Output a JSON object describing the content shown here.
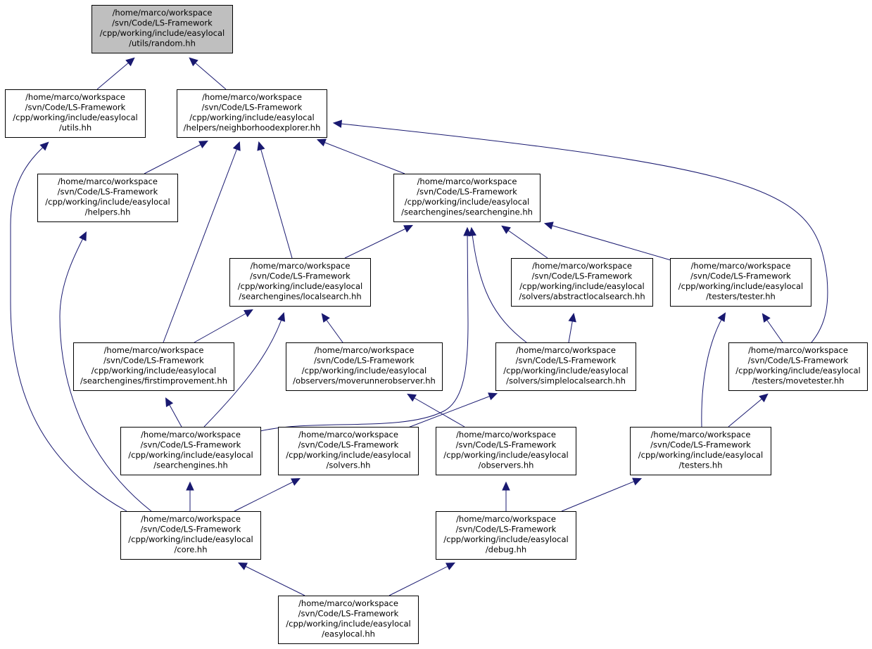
{
  "graph": {
    "edge_color": "#191970",
    "root_fill": "#bfbfbf",
    "nodes": [
      {
        "id": "random",
        "lines": [
          "/home/marco/workspace",
          "/svn/Code/LS-Framework",
          "/cpp/working/include/easylocal",
          "/utils/random.hh"
        ],
        "highlighted": true
      },
      {
        "id": "utils",
        "lines": [
          "/home/marco/workspace",
          "/svn/Code/LS-Framework",
          "/cpp/working/include/easylocal",
          "/utils.hh"
        ]
      },
      {
        "id": "neighborhoodexplorer",
        "lines": [
          "/home/marco/workspace",
          "/svn/Code/LS-Framework",
          "/cpp/working/include/easylocal",
          "/helpers/neighborhoodexplorer.hh"
        ]
      },
      {
        "id": "helpers",
        "lines": [
          "/home/marco/workspace",
          "/svn/Code/LS-Framework",
          "/cpp/working/include/easylocal",
          "/helpers.hh"
        ]
      },
      {
        "id": "searchengine",
        "lines": [
          "/home/marco/workspace",
          "/svn/Code/LS-Framework",
          "/cpp/working/include/easylocal",
          "/searchengines/searchengine.hh"
        ]
      },
      {
        "id": "localsearch",
        "lines": [
          "/home/marco/workspace",
          "/svn/Code/LS-Framework",
          "/cpp/working/include/easylocal",
          "/searchengines/localsearch.hh"
        ]
      },
      {
        "id": "abstractlocalsearch",
        "lines": [
          "/home/marco/workspace",
          "/svn/Code/LS-Framework",
          "/cpp/working/include/easylocal",
          "/solvers/abstractlocalsearch.hh"
        ]
      },
      {
        "id": "tester",
        "lines": [
          "/home/marco/workspace",
          "/svn/Code/LS-Framework",
          "/cpp/working/include/easylocal",
          "/testers/tester.hh"
        ]
      },
      {
        "id": "firstimprovement",
        "lines": [
          "/home/marco/workspace",
          "/svn/Code/LS-Framework",
          "/cpp/working/include/easylocal",
          "/searchengines/firstimprovement.hh"
        ]
      },
      {
        "id": "moverunnerobserver",
        "lines": [
          "/home/marco/workspace",
          "/svn/Code/LS-Framework",
          "/cpp/working/include/easylocal",
          "/observers/moverunnerobserver.hh"
        ]
      },
      {
        "id": "simplelocalsearch",
        "lines": [
          "/home/marco/workspace",
          "/svn/Code/LS-Framework",
          "/cpp/working/include/easylocal",
          "/solvers/simplelocalsearch.hh"
        ]
      },
      {
        "id": "movetester",
        "lines": [
          "/home/marco/workspace",
          "/svn/Code/LS-Framework",
          "/cpp/working/include/easylocal",
          "/testers/movetester.hh"
        ]
      },
      {
        "id": "searchengines",
        "lines": [
          "/home/marco/workspace",
          "/svn/Code/LS-Framework",
          "/cpp/working/include/easylocal",
          "/searchengines.hh"
        ]
      },
      {
        "id": "solvers",
        "lines": [
          "/home/marco/workspace",
          "/svn/Code/LS-Framework",
          "/cpp/working/include/easylocal",
          "/solvers.hh"
        ]
      },
      {
        "id": "observers",
        "lines": [
          "/home/marco/workspace",
          "/svn/Code/LS-Framework",
          "/cpp/working/include/easylocal",
          "/observers.hh"
        ]
      },
      {
        "id": "testers",
        "lines": [
          "/home/marco/workspace",
          "/svn/Code/LS-Framework",
          "/cpp/working/include/easylocal",
          "/testers.hh"
        ]
      },
      {
        "id": "core",
        "lines": [
          "/home/marco/workspace",
          "/svn/Code/LS-Framework",
          "/cpp/working/include/easylocal",
          "/core.hh"
        ]
      },
      {
        "id": "debug",
        "lines": [
          "/home/marco/workspace",
          "/svn/Code/LS-Framework",
          "/cpp/working/include/easylocal",
          "/debug.hh"
        ]
      },
      {
        "id": "easylocal",
        "lines": [
          "/home/marco/workspace",
          "/svn/Code/LS-Framework",
          "/cpp/working/include/easylocal",
          "/easylocal.hh"
        ]
      }
    ],
    "edges": [
      {
        "from": "utils",
        "to": "random"
      },
      {
        "from": "neighborhoodexplorer",
        "to": "random"
      },
      {
        "from": "core",
        "to": "utils"
      },
      {
        "from": "helpers",
        "to": "neighborhoodexplorer"
      },
      {
        "from": "localsearch",
        "to": "neighborhoodexplorer"
      },
      {
        "from": "firstimprovement",
        "to": "neighborhoodexplorer"
      },
      {
        "from": "searchengine",
        "to": "neighborhoodexplorer"
      },
      {
        "from": "movetester",
        "to": "neighborhoodexplorer"
      },
      {
        "from": "core",
        "to": "helpers"
      },
      {
        "from": "localsearch",
        "to": "searchengine"
      },
      {
        "from": "searchengines",
        "to": "searchengine"
      },
      {
        "from": "simplelocalsearch",
        "to": "searchengine"
      },
      {
        "from": "abstractlocalsearch",
        "to": "searchengine"
      },
      {
        "from": "tester",
        "to": "searchengine"
      },
      {
        "from": "firstimprovement",
        "to": "localsearch"
      },
      {
        "from": "searchengines",
        "to": "localsearch"
      },
      {
        "from": "moverunnerobserver",
        "to": "localsearch"
      },
      {
        "from": "simplelocalsearch",
        "to": "abstractlocalsearch"
      },
      {
        "from": "movetester",
        "to": "tester"
      },
      {
        "from": "testers",
        "to": "tester"
      },
      {
        "from": "searchengines",
        "to": "firstimprovement"
      },
      {
        "from": "observers",
        "to": "moverunnerobserver"
      },
      {
        "from": "solvers",
        "to": "simplelocalsearch"
      },
      {
        "from": "testers",
        "to": "movetester"
      },
      {
        "from": "core",
        "to": "searchengines"
      },
      {
        "from": "core",
        "to": "solvers"
      },
      {
        "from": "debug",
        "to": "observers"
      },
      {
        "from": "debug",
        "to": "testers"
      },
      {
        "from": "easylocal",
        "to": "core"
      },
      {
        "from": "easylocal",
        "to": "debug"
      }
    ]
  }
}
